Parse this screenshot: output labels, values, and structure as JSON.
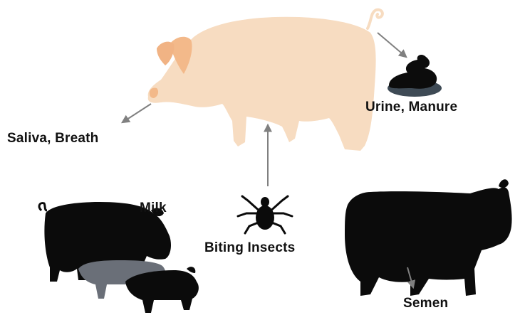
{
  "labels": {
    "saliva": "Saliva, Breath",
    "urine": "Urine, Manure",
    "milk": "Milk",
    "insects": "Biting Insects",
    "semen": "Semen"
  },
  "colors": {
    "pig_body": "#f7dcc1",
    "pig_ear": "#f3b98a",
    "silhouette": "#0b0b0b",
    "piglet_gray": "#6a6f78",
    "manure": "#0c0c0c",
    "puddle": "#3e4a55",
    "arrow": "#808080"
  }
}
